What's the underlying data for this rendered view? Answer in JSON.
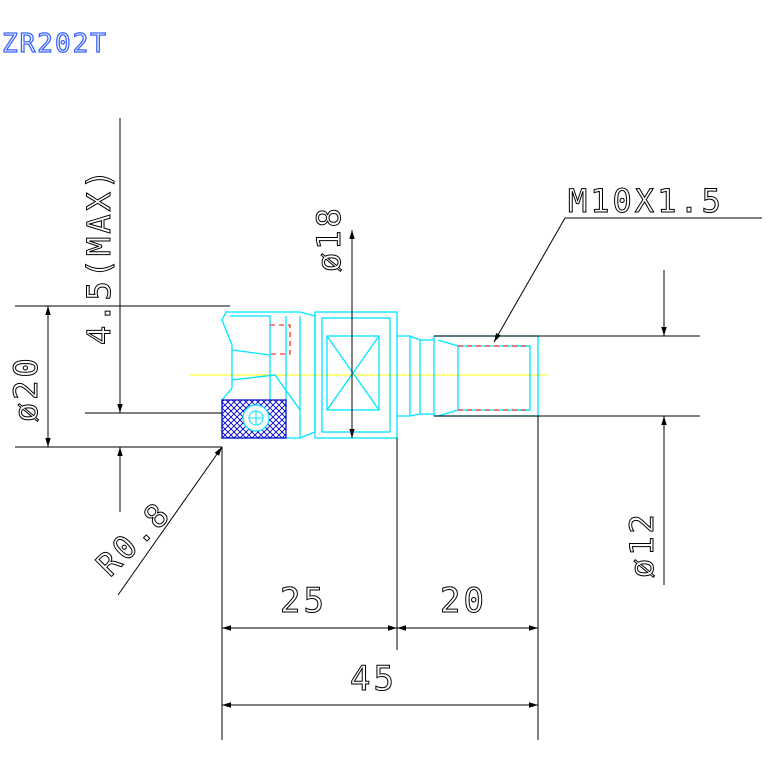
{
  "title": "ZR202T",
  "labels": {
    "max_depth": "4.5(MAX)",
    "dia_body": "ø18",
    "thread": "M10X1.5",
    "dia_cutting": "ø20",
    "radius": "R0.8",
    "dia_shank": "ø12",
    "len_head": "25",
    "len_shank": "20",
    "len_total": "45"
  },
  "colors": {
    "title": "#3a64ff",
    "outline": "#00e5ff",
    "dimension": "#000000",
    "hidden": "#ff0000",
    "insert": "#0000cc",
    "centerline": "#ffff00"
  }
}
